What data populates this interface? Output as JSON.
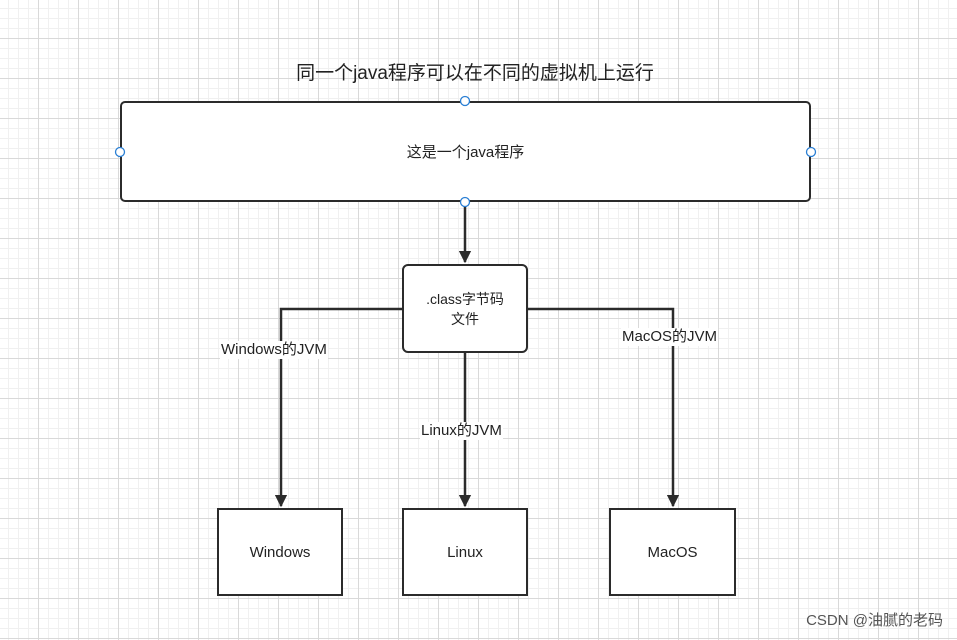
{
  "title": "同一个java程序可以在不同的虚拟机上运行",
  "nodes": {
    "program": "这是一个java程序",
    "class_line1": ".class字节码",
    "class_line2": "文件",
    "windows": "Windows",
    "linux": "Linux",
    "macos": "MacOS"
  },
  "edges": {
    "windows_jvm": "Windows的JVM",
    "linux_jvm": "Linux的JVM",
    "macos_jvm": "MacOS的JVM"
  },
  "watermark": "CSDN @油腻的老码",
  "colors": {
    "stroke": "#2b2b2b",
    "handle": "#2a7fd4",
    "grid": "#d9d9d9"
  }
}
